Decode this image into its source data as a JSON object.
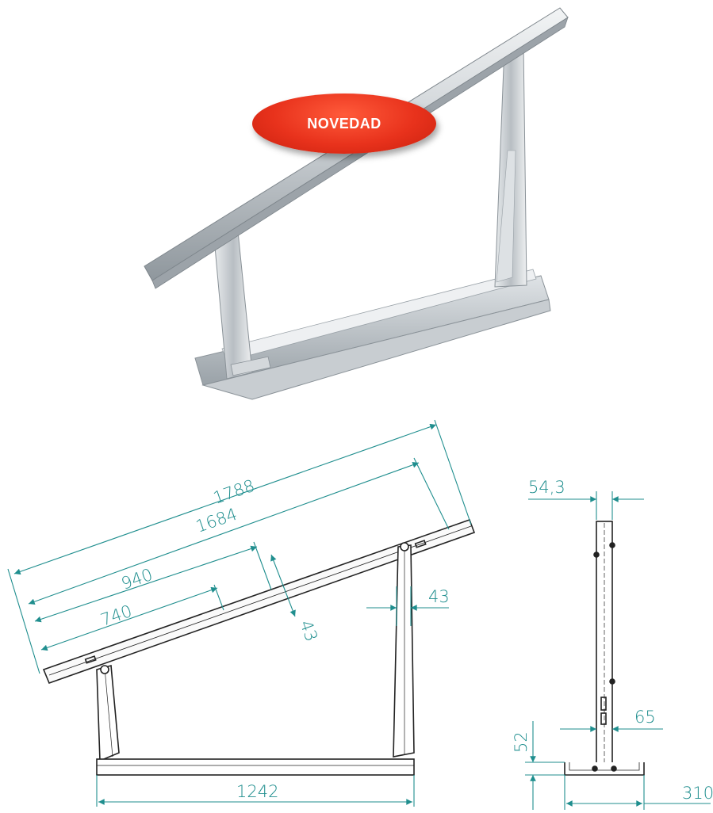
{
  "badge": {
    "label": "NOVEDAD",
    "color": "#e8321c"
  },
  "colors": {
    "dimension": "#1f8e8e",
    "outline": "#222222",
    "metal": "#cfd3d6"
  },
  "side_view": {
    "dims": {
      "overall_rail": "1788",
      "rail_holes": "1684",
      "hole_940": "940",
      "hole_740": "740",
      "rail_height": "43",
      "post_width": "43",
      "base_length": "1242"
    }
  },
  "front_view": {
    "dims": {
      "rail_width": "54,3",
      "post_width": "65",
      "base_height": "52",
      "base_width": "310"
    }
  }
}
